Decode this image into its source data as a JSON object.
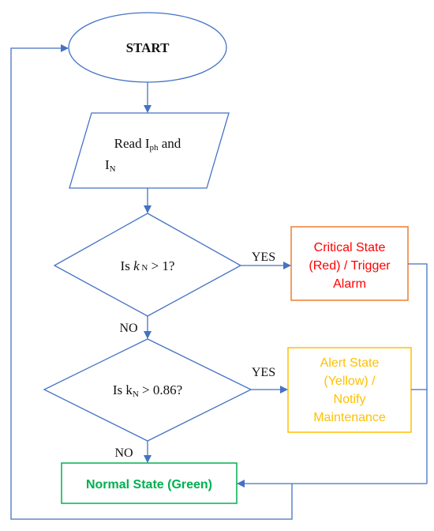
{
  "flowchart": {
    "start": {
      "label": "START"
    },
    "read": {
      "line1": "Read I",
      "line1_sub": "ph",
      "line1_tail": " and",
      "line2": "I",
      "line2_sub": "N"
    },
    "decision1": {
      "pre": "Is ",
      "var": "k",
      "sub": " N",
      "post": " > 1?"
    },
    "decision2": {
      "pre": "Is k",
      "sub": "N",
      "post": " > 0.86?"
    },
    "critical": {
      "line1": "Critical State",
      "line2": "(Red) / Trigger",
      "line3": "Alarm"
    },
    "alert": {
      "line1": "Alert State",
      "line2": "(Yellow) /",
      "line3": "Notify",
      "line4": "Maintenance"
    },
    "normal": {
      "label": "Normal State (Green)"
    },
    "edge_labels": {
      "yes1": "YES",
      "no1": "NO",
      "yes2": "YES",
      "no2": "NO"
    }
  },
  "colors": {
    "line": "#4472c4",
    "text": "#111111",
    "critical": "#ff0000",
    "critical_border": "#ed7d31",
    "alert": "#ffc000",
    "normal": "#00b050"
  }
}
